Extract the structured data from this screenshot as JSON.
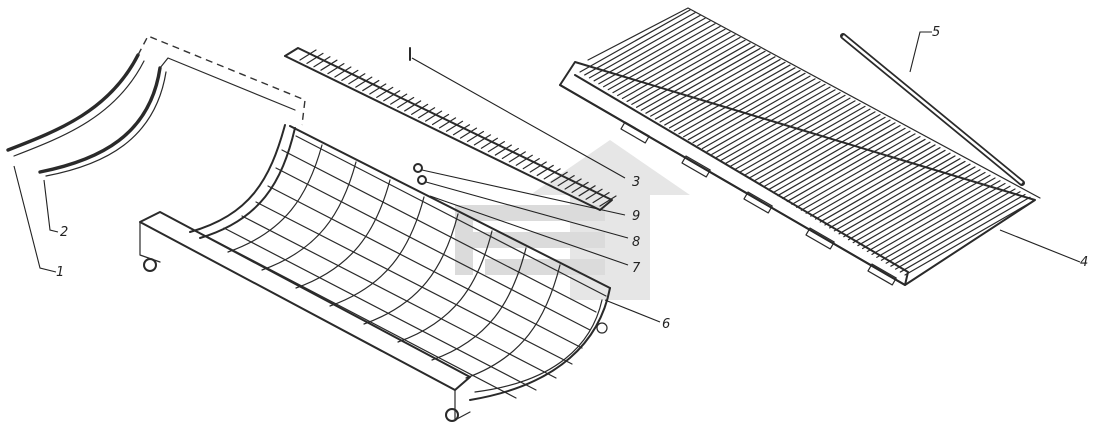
{
  "figure": {
    "colors": {
      "ink": "#2a2a2a",
      "watermark": "#9a9a9a",
      "background": "#ffffff"
    },
    "callouts": [
      {
        "id": "1",
        "label": "1"
      },
      {
        "id": "2",
        "label": "2"
      },
      {
        "id": "3",
        "label": "3"
      },
      {
        "id": "4",
        "label": "4"
      },
      {
        "id": "5",
        "label": "5"
      },
      {
        "id": "6",
        "label": "6"
      },
      {
        "id": "7",
        "label": "7"
      },
      {
        "id": "8",
        "label": "8"
      },
      {
        "id": "9",
        "label": "9"
      }
    ],
    "watermark_icon": "arrow-logo-icon"
  }
}
